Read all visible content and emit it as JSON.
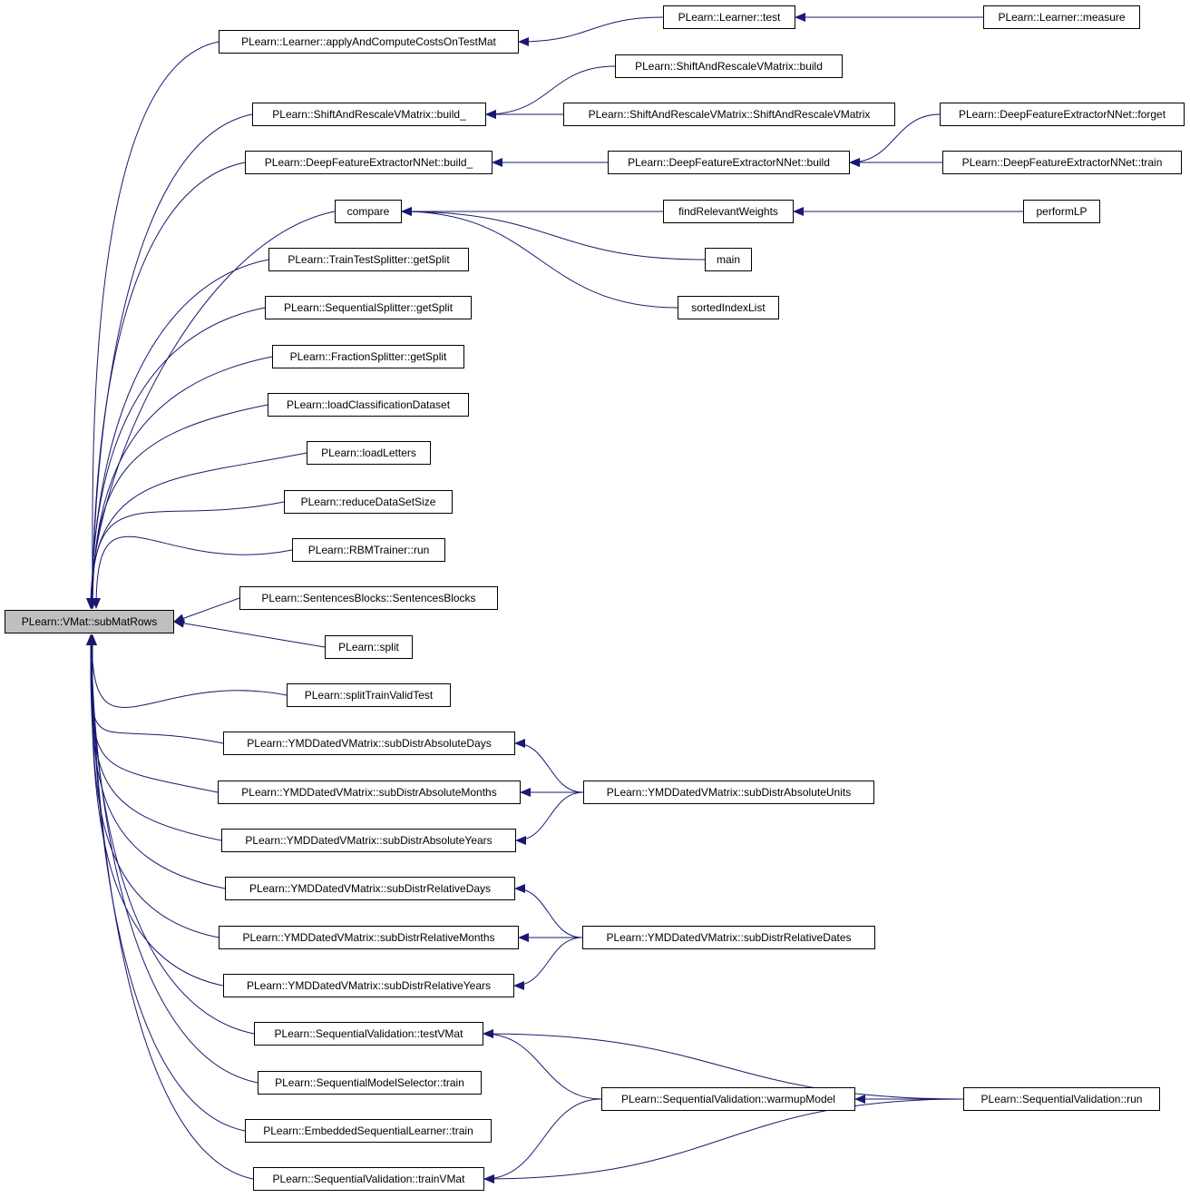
{
  "colors": {
    "edge": "#191970",
    "node_border": "#000000",
    "node_fill": "#ffffff",
    "root_fill": "#bfbfbf"
  },
  "nodes": [
    {
      "id": "root",
      "label": "PLearn::VMat::subMatRows",
      "root": true
    },
    {
      "id": "applyTest",
      "label": "PLearn::Learner::applyAndComputeCostsOnTestMat"
    },
    {
      "id": "lrnTest",
      "label": "PLearn::Learner::test"
    },
    {
      "id": "lrnMeasure",
      "label": "PLearn::Learner::measure"
    },
    {
      "id": "sarBuildU",
      "label": "PLearn::ShiftAndRescaleVMatrix::build_"
    },
    {
      "id": "sarBuild",
      "label": "PLearn::ShiftAndRescaleVMatrix::build"
    },
    {
      "id": "sarCtor",
      "label": "PLearn::ShiftAndRescaleVMatrix::ShiftAndRescaleVMatrix"
    },
    {
      "id": "dfeBuildU",
      "label": "PLearn::DeepFeatureExtractorNNet::build_"
    },
    {
      "id": "dfeBuild",
      "label": "PLearn::DeepFeatureExtractorNNet::build"
    },
    {
      "id": "dfeForget",
      "label": "PLearn::DeepFeatureExtractorNNet::forget"
    },
    {
      "id": "dfeTrain",
      "label": "PLearn::DeepFeatureExtractorNNet::train"
    },
    {
      "id": "compare",
      "label": "compare"
    },
    {
      "id": "findRel",
      "label": "findRelevantWeights"
    },
    {
      "id": "performLP",
      "label": "performLP"
    },
    {
      "id": "main",
      "label": "main"
    },
    {
      "id": "sortedIdx",
      "label": "sortedIndexList"
    },
    {
      "id": "ttsSplit",
      "label": "PLearn::TrainTestSplitter::getSplit"
    },
    {
      "id": "seqSplit",
      "label": "PLearn::SequentialSplitter::getSplit"
    },
    {
      "id": "fracSplit",
      "label": "PLearn::FractionSplitter::getSplit"
    },
    {
      "id": "loadClass",
      "label": "PLearn::loadClassificationDataset"
    },
    {
      "id": "loadLet",
      "label": "PLearn::loadLetters"
    },
    {
      "id": "reduceDS",
      "label": "PLearn::reduceDataSetSize"
    },
    {
      "id": "rbmRun",
      "label": "PLearn::RBMTrainer::run"
    },
    {
      "id": "sentBlk",
      "label": "PLearn::SentencesBlocks::SentencesBlocks"
    },
    {
      "id": "split",
      "label": "PLearn::split"
    },
    {
      "id": "splitTVT",
      "label": "PLearn::splitTrainValidTest"
    },
    {
      "id": "absDays",
      "label": "PLearn::YMDDatedVMatrix::subDistrAbsoluteDays"
    },
    {
      "id": "absMonths",
      "label": "PLearn::YMDDatedVMatrix::subDistrAbsoluteMonths"
    },
    {
      "id": "absUnits",
      "label": "PLearn::YMDDatedVMatrix::subDistrAbsoluteUnits"
    },
    {
      "id": "absYears",
      "label": "PLearn::YMDDatedVMatrix::subDistrAbsoluteYears"
    },
    {
      "id": "relDays",
      "label": "PLearn::YMDDatedVMatrix::subDistrRelativeDays"
    },
    {
      "id": "relMonths",
      "label": "PLearn::YMDDatedVMatrix::subDistrRelativeMonths"
    },
    {
      "id": "relDates",
      "label": "PLearn::YMDDatedVMatrix::subDistrRelativeDates"
    },
    {
      "id": "relYears",
      "label": "PLearn::YMDDatedVMatrix::subDistrRelativeYears"
    },
    {
      "id": "svTestV",
      "label": "PLearn::SequentialValidation::testVMat"
    },
    {
      "id": "smsTrain",
      "label": "PLearn::SequentialModelSelector::train"
    },
    {
      "id": "svWarmup",
      "label": "PLearn::SequentialValidation::warmupModel"
    },
    {
      "id": "svRun",
      "label": "PLearn::SequentialValidation::run"
    },
    {
      "id": "eslTrain",
      "label": "PLearn::EmbeddedSequentialLearner::train"
    },
    {
      "id": "svTrainV",
      "label": "PLearn::SequentialValidation::trainVMat"
    }
  ],
  "edges": [
    [
      "applyTest",
      "root"
    ],
    [
      "sarBuildU",
      "root"
    ],
    [
      "dfeBuildU",
      "root"
    ],
    [
      "compare",
      "root"
    ],
    [
      "ttsSplit",
      "root"
    ],
    [
      "seqSplit",
      "root"
    ],
    [
      "fracSplit",
      "root"
    ],
    [
      "loadClass",
      "root"
    ],
    [
      "loadLet",
      "root"
    ],
    [
      "reduceDS",
      "root"
    ],
    [
      "rbmRun",
      "root"
    ],
    [
      "sentBlk",
      "root"
    ],
    [
      "split",
      "root"
    ],
    [
      "splitTVT",
      "root"
    ],
    [
      "absDays",
      "root"
    ],
    [
      "absMonths",
      "root"
    ],
    [
      "absYears",
      "root"
    ],
    [
      "relDays",
      "root"
    ],
    [
      "relMonths",
      "root"
    ],
    [
      "relYears",
      "root"
    ],
    [
      "svTestV",
      "root"
    ],
    [
      "smsTrain",
      "root"
    ],
    [
      "eslTrain",
      "root"
    ],
    [
      "svTrainV",
      "root"
    ],
    [
      "lrnTest",
      "applyTest"
    ],
    [
      "lrnMeasure",
      "lrnTest"
    ],
    [
      "sarBuild",
      "sarBuildU"
    ],
    [
      "sarCtor",
      "sarBuildU"
    ],
    [
      "dfeBuild",
      "dfeBuildU"
    ],
    [
      "dfeForget",
      "dfeBuild"
    ],
    [
      "dfeTrain",
      "dfeBuild"
    ],
    [
      "findRel",
      "compare"
    ],
    [
      "main",
      "compare"
    ],
    [
      "sortedIdx",
      "compare"
    ],
    [
      "performLP",
      "findRel"
    ],
    [
      "absUnits",
      "absDays"
    ],
    [
      "absUnits",
      "absMonths"
    ],
    [
      "absUnits",
      "absYears"
    ],
    [
      "relDates",
      "relDays"
    ],
    [
      "relDates",
      "relMonths"
    ],
    [
      "relDates",
      "relYears"
    ],
    [
      "svWarmup",
      "svTestV"
    ],
    [
      "svRun",
      "svTestV"
    ],
    [
      "svWarmup",
      "svTrainV"
    ],
    [
      "svRun",
      "svTrainV"
    ],
    [
      "svRun",
      "svWarmup"
    ]
  ]
}
